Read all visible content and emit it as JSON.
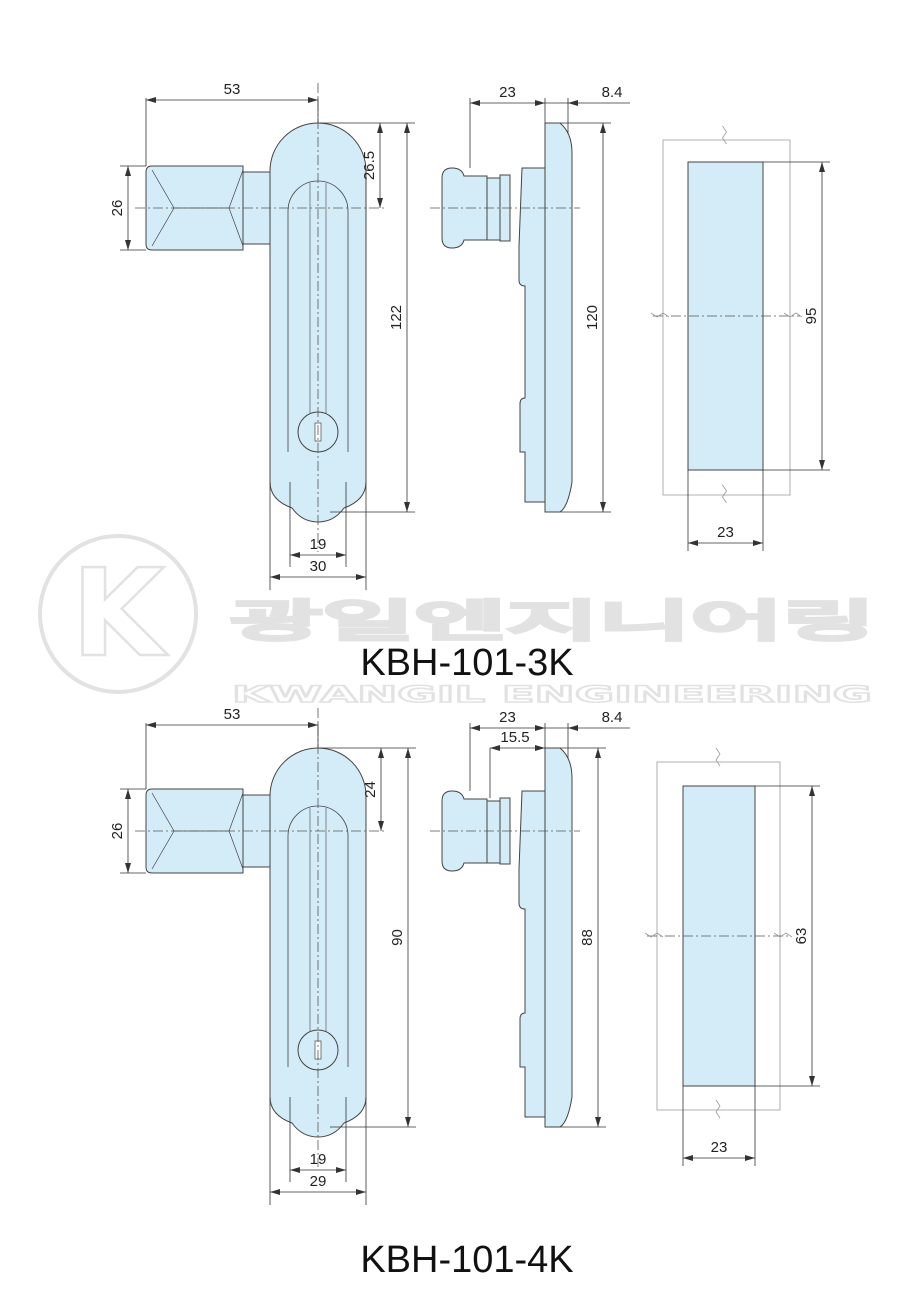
{
  "watermark": {
    "korean": "광일엔지니어링",
    "english": "KWANGIL ENGINEERING",
    "logo_letter": "K"
  },
  "colors": {
    "part_fill": "#d4ecf8",
    "outline": "#444444",
    "dim_line": "#333333",
    "watermark": "#e2e2e2"
  },
  "drawings": [
    {
      "title": "KBH-101-3K",
      "front": {
        "width_total": "53",
        "grip_height": "26",
        "top_to_center": "26.5",
        "height": "122",
        "inner_width": "19",
        "outer_width": "30"
      },
      "side": {
        "depth": "23",
        "plate": "8.4",
        "height": "120"
      },
      "section": {
        "height": "95",
        "width": "23"
      }
    },
    {
      "title": "KBH-101-4K",
      "front": {
        "width_total": "53",
        "grip_height": "26",
        "top_to_center": "24",
        "height": "90",
        "inner_width": "19",
        "outer_width": "29"
      },
      "side": {
        "depth": "23",
        "inner_depth": "15.5",
        "plate": "8.4",
        "height": "88"
      },
      "section": {
        "height": "63",
        "width": "23"
      }
    }
  ]
}
